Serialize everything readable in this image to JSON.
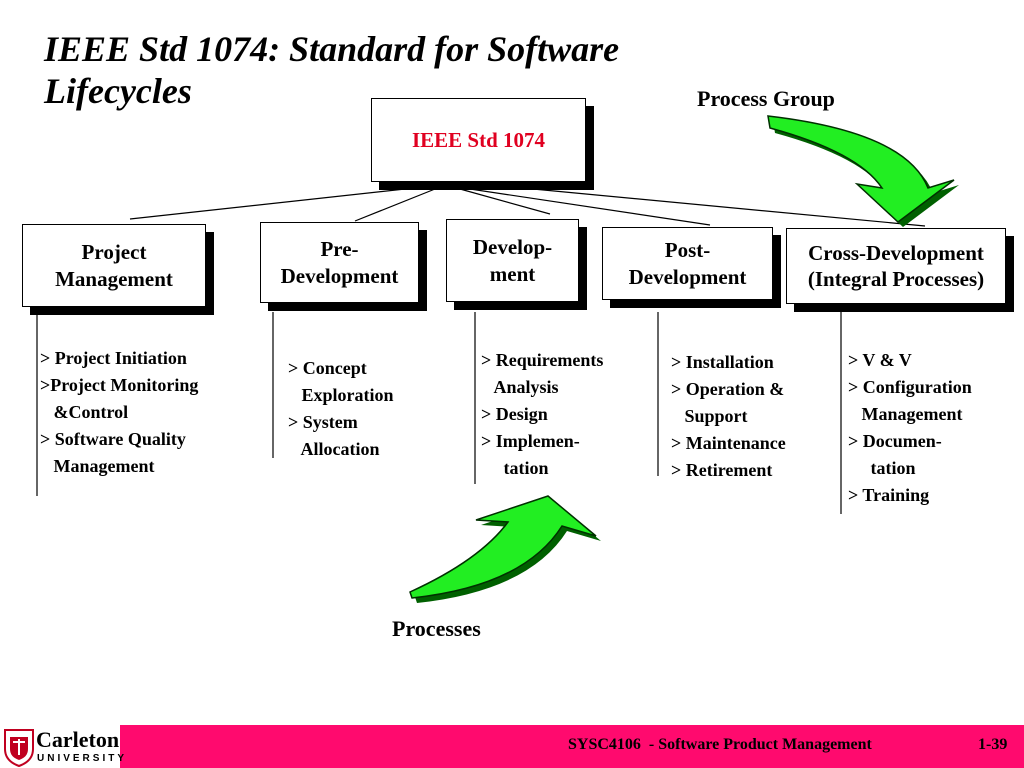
{
  "slide": {
    "title": "IEEE Std 1074: Standard for Software Lifecycles",
    "process_group_label": "Process Group",
    "processes_label": "Processes"
  },
  "diagram": {
    "root": "IEEE Std 1074",
    "groups": [
      {
        "label": "Project Management",
        "items": "> Project Initiation\n>Project Monitoring\n   &Control\n> Software Quality\n   Management"
      },
      {
        "label": "Pre-Development",
        "items": "> Concept\n   Exploration\n> System\n   Allocation"
      },
      {
        "label": "Develop-ment",
        "items": "> Requirements\n   Analysis\n> Design\n> Implemen-\n     tation"
      },
      {
        "label": "Post-Development",
        "items": "> Installation\n> Operation &\n   Support\n> Maintenance\n> Retirement"
      },
      {
        "label": "Cross-Development (Integral Processes)",
        "items": "> V & V\n> Configuration\n   Management\n> Documen-\n     tation\n> Training"
      }
    ]
  },
  "footer": {
    "course": "SYSC4106  - Software Product Management",
    "page": "1-39",
    "logo_name": "Carleton",
    "logo_sub": "UNIVERSITY"
  },
  "colors": {
    "root_text": "#e00020",
    "footer_bar": "#ff0a6e",
    "arrow": "#22ee22"
  }
}
